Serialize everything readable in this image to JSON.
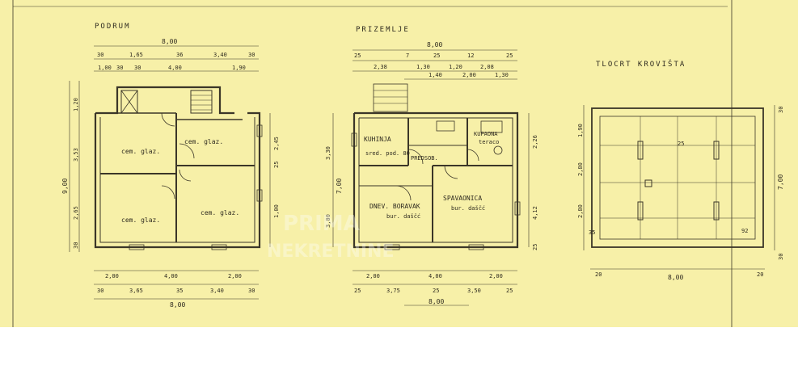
{
  "headings": {
    "basement": "PODRUM",
    "ground_floor": "PRIZEMLJE",
    "roof_plan": "TLOCRT KROVIŠTA"
  },
  "basement": {
    "rooms": {
      "room1": "cem. glaz.",
      "room2": "cem. glaz.",
      "room3": "cem. glaz.",
      "room4": "cem. glaz."
    },
    "top_dims": {
      "overall": "8,00",
      "row2": [
        "30",
        "1,65",
        "36",
        "3,40",
        "30"
      ],
      "row3": [
        "1,00",
        "30",
        "30",
        "4,00",
        "1,90"
      ]
    },
    "bottom_dims": {
      "row1": [
        "2,00",
        "4,00",
        "2,00"
      ],
      "row2": [
        "30",
        "3,65",
        "35",
        "3,40",
        "30"
      ],
      "overall": "8,00"
    },
    "left_dims": [
      "1,20",
      "3,53",
      "2,65",
      "30",
      "9,00"
    ],
    "right_dims": [
      "2,45",
      "25",
      "1,00"
    ]
  },
  "ground_floor": {
    "rooms": {
      "kitchen": "KUHINJA",
      "kitchen_floor": "sred. pod. 80",
      "hall": "PREDSOB.",
      "bath": "KUPAONA",
      "bath_floor": "teraco",
      "living": "DNEV. BORAVAK",
      "living_floor": "bur. daščć",
      "bedroom": "SPAVAONICA",
      "bedroom_floor": "bur. daščć"
    },
    "top_dims": {
      "overall": "8,00",
      "row2": [
        "25",
        "7",
        "25",
        "12",
        "25"
      ],
      "row3": [
        "2,38",
        "1,30",
        "1,20",
        "2,08"
      ],
      "row4": [
        "1,40",
        "2,00",
        "1,30"
      ]
    },
    "bottom_dims": {
      "row1": [
        "2,00",
        "4,00",
        "2,00"
      ],
      "row2": [
        "25",
        "3,75",
        "25",
        "3,50",
        "25"
      ],
      "overall": "8,00"
    },
    "left_dims": [
      "3,30",
      "3,00",
      "7,00"
    ],
    "right_dims": [
      "2,26",
      "4,12",
      "25"
    ]
  },
  "roof": {
    "top_dims": [
      "1,90",
      "2,80",
      "2,80"
    ],
    "right_dims": [
      "30",
      "7,00",
      "30"
    ],
    "bottom_dims": [
      "20",
      "8,00",
      "20"
    ],
    "marks": [
      "92",
      "35",
      "25"
    ]
  },
  "watermark": {
    "line1": "PRIMA",
    "line2": "NEKRETNINE"
  },
  "colors": {
    "paper": "#f7f0a8",
    "ink": "#3b3628"
  }
}
